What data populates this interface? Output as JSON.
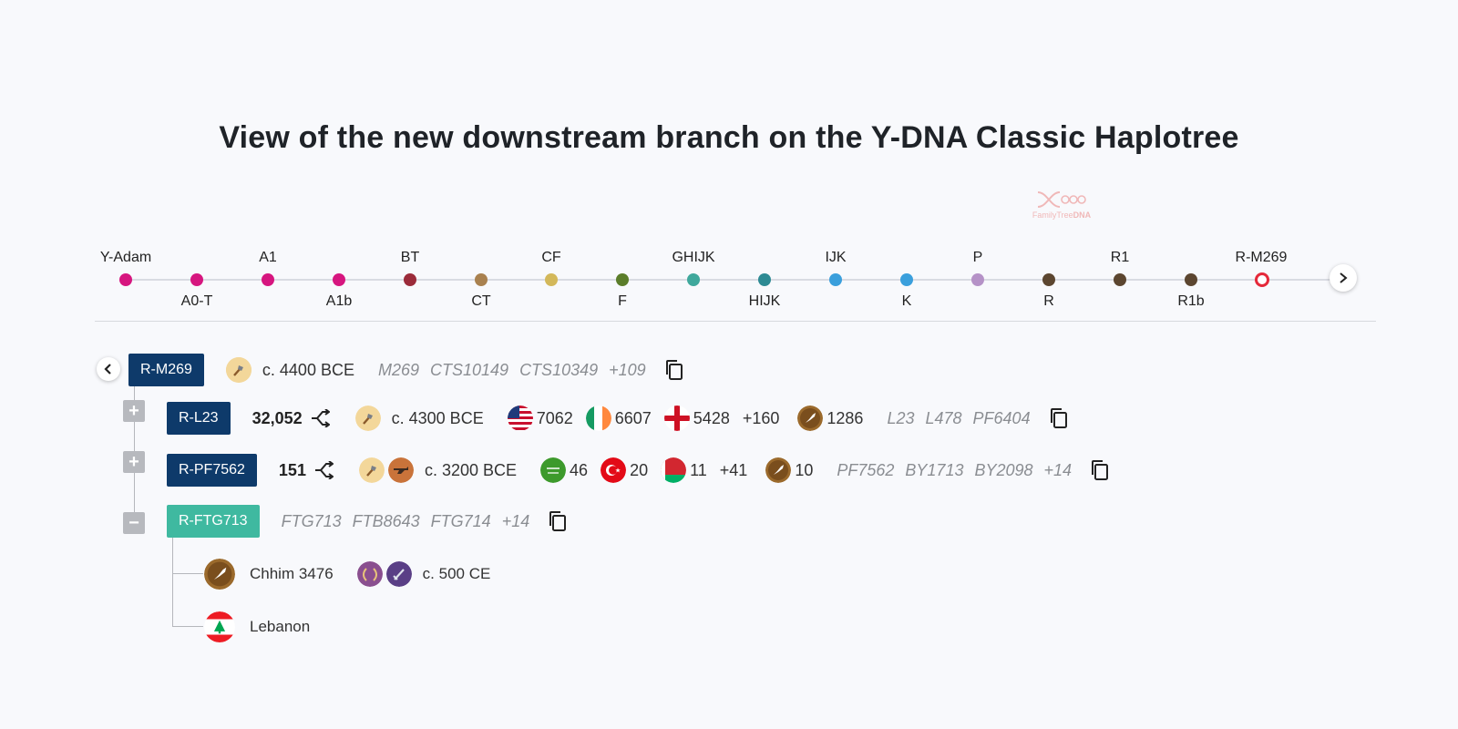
{
  "title": "View of the new downstream branch on the Y-DNA Classic Haplotree",
  "brand": {
    "name_part": "FamilyTree",
    "name_bold": "DNA"
  },
  "timeline": {
    "nodes": [
      {
        "label": "Y-Adam",
        "pos": "up",
        "color": "#d6167f"
      },
      {
        "label": "A0-T",
        "pos": "down",
        "color": "#d6167f"
      },
      {
        "label": "A1",
        "pos": "up",
        "color": "#d6167f"
      },
      {
        "label": "A1b",
        "pos": "down",
        "color": "#d6167f"
      },
      {
        "label": "BT",
        "pos": "up",
        "color": "#9b2b3a"
      },
      {
        "label": "CT",
        "pos": "down",
        "color": "#a9814f"
      },
      {
        "label": "CF",
        "pos": "up",
        "color": "#d3b85a"
      },
      {
        "label": "F",
        "pos": "down",
        "color": "#5b7d2a"
      },
      {
        "label": "GHIJK",
        "pos": "up",
        "color": "#3fa89c"
      },
      {
        "label": "HIJK",
        "pos": "down",
        "color": "#2d8a93"
      },
      {
        "label": "IJK",
        "pos": "up",
        "color": "#3a9fdc"
      },
      {
        "label": "K",
        "pos": "down",
        "color": "#3a9fdc"
      },
      {
        "label": "P",
        "pos": "up",
        "color": "#b592c7"
      },
      {
        "label": "R",
        "pos": "down",
        "color": "#5c4630"
      },
      {
        "label": "R1",
        "pos": "up",
        "color": "#5c4630"
      },
      {
        "label": "R1b",
        "pos": "down",
        "color": "#5c4630"
      },
      {
        "label": "R-M269",
        "pos": "up",
        "color": "#e5293a",
        "current": true
      }
    ],
    "next_icon": "chevron-right-icon"
  },
  "tree": {
    "root": {
      "name": "R-M269",
      "age": "c. 4400 BCE",
      "snps": [
        "M269",
        "CTS10149",
        "CTS10349",
        "+109"
      ]
    },
    "children": [
      {
        "name": "R-L23",
        "count": "32,052",
        "age": "c. 4300 BCE",
        "countries": [
          {
            "flag": "usa-flag-icon",
            "n": "7062"
          },
          {
            "flag": "ireland-flag-icon",
            "n": "6607"
          },
          {
            "flag": "england-flag-icon",
            "n": "5428"
          }
        ],
        "more": "+160",
        "ancient": "1286",
        "snps": [
          "L23",
          "L478",
          "PF6404"
        ]
      },
      {
        "name": "R-PF7562",
        "count": "151",
        "age": "c. 3200 BCE",
        "countries": [
          {
            "flag": "saudi-arabia-flag-icon",
            "n": "46"
          },
          {
            "flag": "turkey-flag-icon",
            "n": "20"
          },
          {
            "flag": "belarus-flag-icon",
            "n": "11"
          }
        ],
        "more": "+41",
        "ancient": "10",
        "snps": [
          "PF7562",
          "BY1713",
          "BY2098",
          "+14"
        ]
      },
      {
        "name": "R-FTG713",
        "snps": [
          "FTG713",
          "FTB8643",
          "FTG714",
          "+14"
        ],
        "leaves": [
          {
            "label": "Chhim 3476",
            "age": "c. 500 CE"
          },
          {
            "label": "Lebanon"
          }
        ]
      }
    ]
  }
}
